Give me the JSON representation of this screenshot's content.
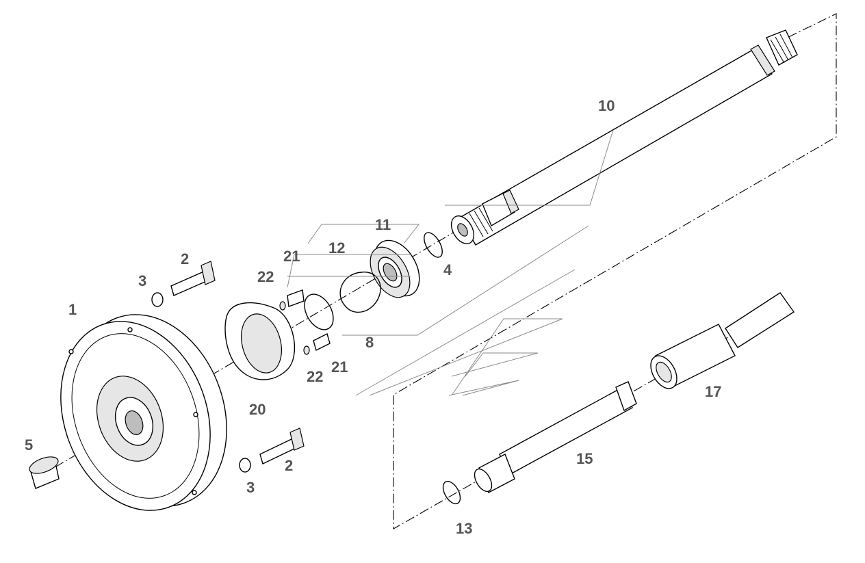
{
  "labels": {
    "p1": "1",
    "p2a": "2",
    "p2b": "2",
    "p3a": "3",
    "p3b": "3",
    "p4": "4",
    "p5": "5",
    "p8": "8",
    "p10": "10",
    "p11": "11",
    "p12": "12",
    "p13": "13",
    "p15": "15",
    "p17": "17",
    "p20": "20",
    "p21a": "21",
    "p21b": "21",
    "p22a": "22",
    "p22b": "22"
  }
}
